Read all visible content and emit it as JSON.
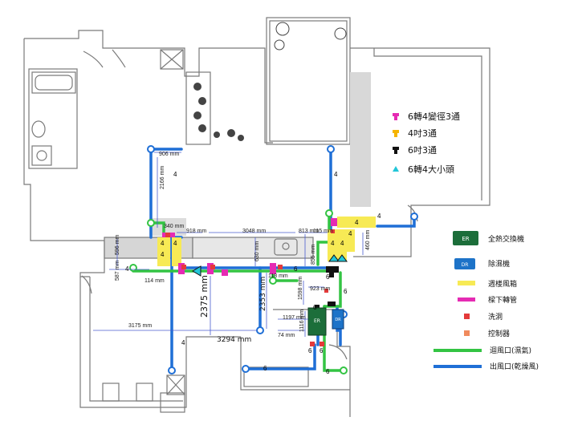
{
  "fittings_legend": [
    {
      "label": "6轉4變徑3通",
      "color": "#e52bb3",
      "icon": "tee-reducer-icon"
    },
    {
      "label": "4吋3通",
      "color": "#f5b400",
      "icon": "tee-4in-icon"
    },
    {
      "label": "6吋3通",
      "color": "#111111",
      "icon": "tee-6in-icon"
    },
    {
      "label": "6轉4大小頭",
      "color": "#22c6d8",
      "icon": "reducer-icon"
    }
  ],
  "system_legend": [
    {
      "label": "全熱交換機",
      "badge": "ER",
      "type": "er-unit"
    },
    {
      "label": "除濕機",
      "badge": "DR",
      "type": "dr-unit"
    },
    {
      "label": "週楼風箱",
      "type": "yellow-box"
    },
    {
      "label": "樑下轉管",
      "type": "pink-bar"
    },
    {
      "label": "洗洞",
      "type": "red-square"
    },
    {
      "label": "控制器",
      "type": "orange-square"
    },
    {
      "label": "迴風口(濕氣)",
      "type": "green-line"
    },
    {
      "label": "出風口(乾燥風)",
      "type": "blue-line"
    }
  ],
  "colors": {
    "return_air": "#33c443",
    "supply_air": "#1f6fd6",
    "wall": "#7a7a7a",
    "gray_fill": "#d6d6d6",
    "yellow_box": "#f7ea55",
    "pink": "#e52bb3",
    "hole": "#e43a3a",
    "er_green": "#1c6e3a",
    "dr_blue": "#1d73c8"
  },
  "dimensions": {
    "d906": "906 mm",
    "d2166": "2166 mm",
    "d918": "918 mm",
    "d3048": "3048 mm",
    "d813": "813 mm",
    "d115": "115 mm",
    "d855": "855 mm",
    "d460": "460 mm",
    "d630": "630 mm",
    "d114": "114 mm",
    "d596": "596 mm",
    "d587": "587 mm",
    "d3175": "3175 mm",
    "d2375": "2375 mm",
    "d3294": "3294 mm",
    "d2353": "2353 mm",
    "d1598": "1598 mm",
    "d923": "923 mm",
    "d1197": "1197 mm",
    "d1116": "1116 mm",
    "d74": "74 mm",
    "d1e": "118 mm",
    "d340": "340 mm"
  },
  "pipe_labels": {
    "four": "4",
    "six": "6"
  },
  "units": {
    "er_badge": "ER",
    "dr_badge": "DR"
  }
}
